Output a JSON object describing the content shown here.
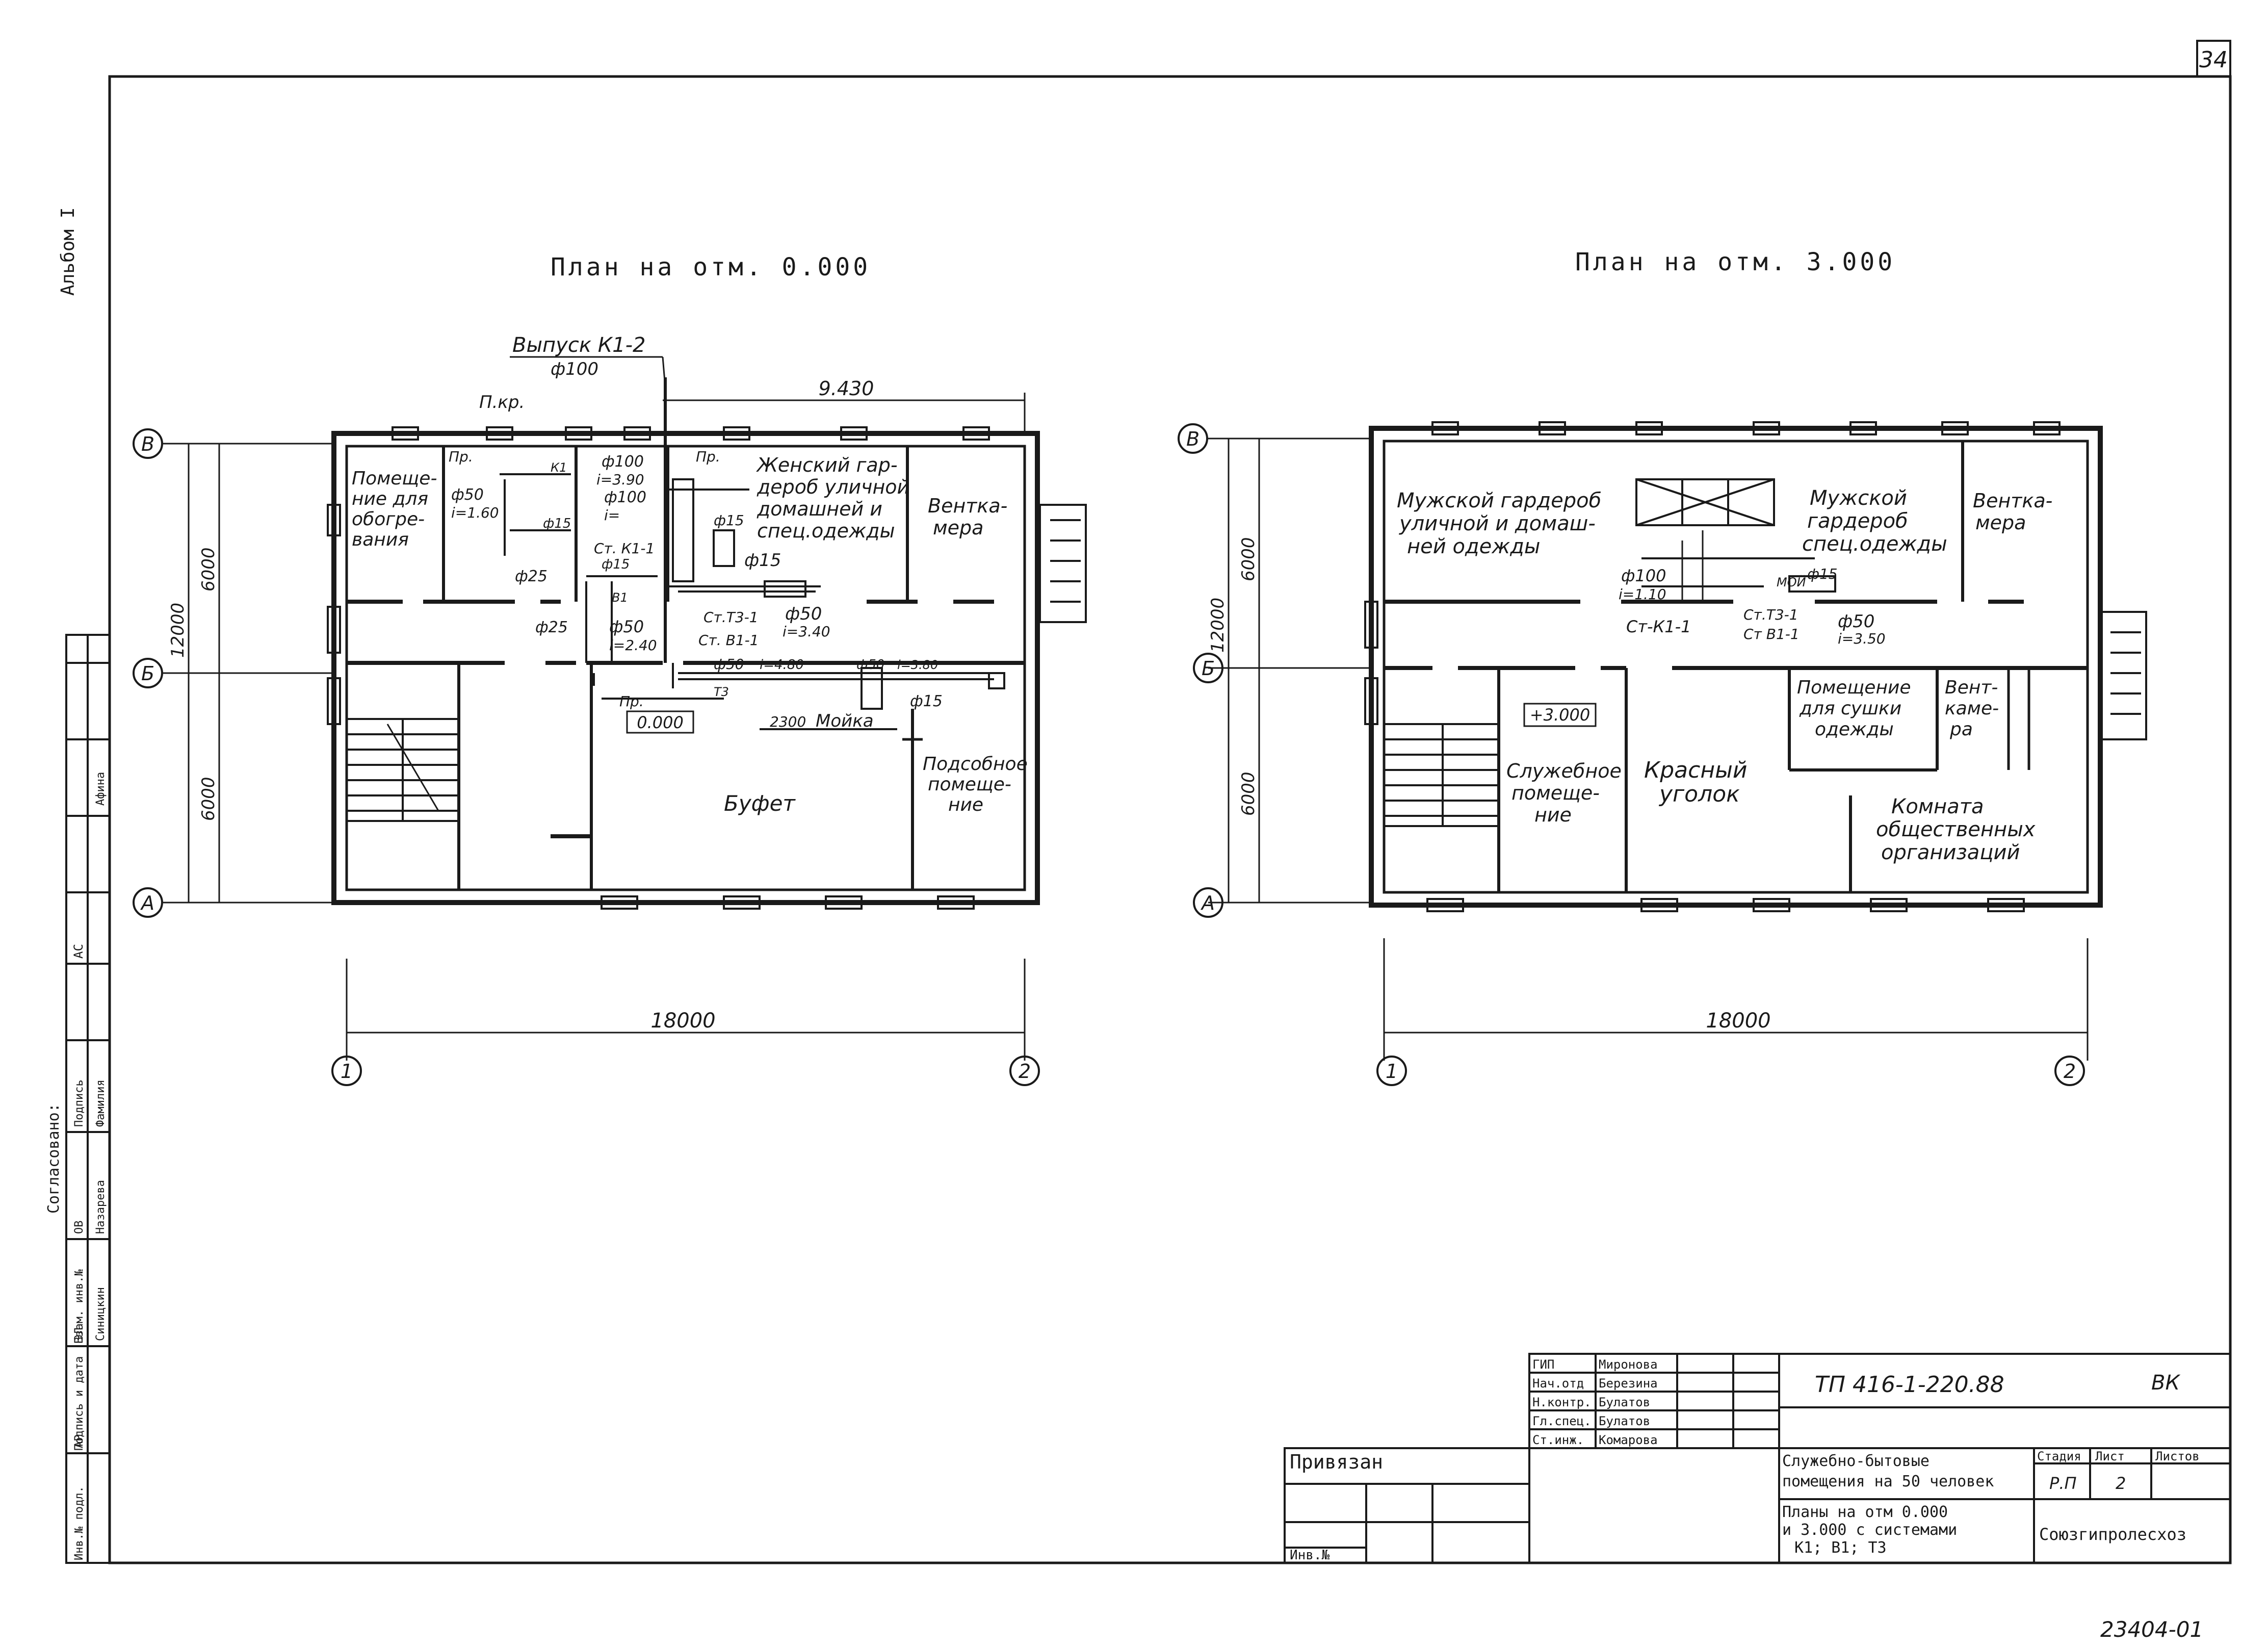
{
  "sheet": {
    "sheet_number": "34",
    "album": "Альбом I",
    "archive_number": "23404-01"
  },
  "plan_left": {
    "title": "План на отм. 0.000",
    "outlet_label": "Выпуск К1-2",
    "outlet_diameter": "ф100",
    "tap_label": "П.кр.",
    "dim_top": "9.430",
    "dim_bottom": "18000",
    "dim_v_total": "12000",
    "dim_v_upper": "6000",
    "dim_v_lower": "6000",
    "axis_B": "В",
    "axis_Bb": "Б",
    "axis_A": "А",
    "axis_1": "1",
    "axis_2": "2",
    "level": "0.000",
    "rooms": {
      "heating": "Помеще-\nние для\nобогре-\nвания",
      "women_wardrobe": "Женский гар-\nдероб уличной\nдомашней и\nспец.одежды",
      "vent": "Вентка-\nмера",
      "buffet": "Буфет",
      "utility": "Подсобное\nпомеще-\nние",
      "sink": "Мойка"
    },
    "notes": {
      "pr1": "Пр.",
      "pr2": "Пр.",
      "pr3": "Пр.",
      "d100_a": "ф100",
      "i_a": "i=3.90",
      "d100_b": "ф100",
      "i_b": "i=",
      "d50_a": "ф50",
      "i_c": "i=1.60",
      "d15_a": "ф15",
      "st_k1": "Ст. К1-1",
      "d15_b": "ф15",
      "d25_a": "ф25",
      "d25_b": "ф25",
      "d50_b": "ф50",
      "i_d": "i=2.40",
      "d15_c": "ф15",
      "d15_d": "ф15",
      "st_t3": "Ст.Т3-1",
      "st_b1": "Ст. В1-1",
      "d50_c": "ф50",
      "i_e": "i=3.40",
      "d50_d": "ф50",
      "i_f": "i=4.80",
      "d50_e": "ф50",
      "i_g": "i=3.80",
      "d15_e": "ф15",
      "len_2300": "2300",
      "k1": "К1",
      "t3": "Т3",
      "b1": "В1"
    }
  },
  "plan_right": {
    "title": "План на отм. 3.000",
    "dim_bottom": "18000",
    "dim_v_total": "12000",
    "dim_v_upper": "6000",
    "dim_v_lower": "6000",
    "axis_B": "В",
    "axis_Bb": "Б",
    "axis_A": "А",
    "axis_1": "1",
    "axis_2": "2",
    "level": "+3.000",
    "rooms": {
      "men_street": "Мужской гардероб\nуличной и домаш-\nней одежды",
      "men_work": "Мужской\nгардероб\nспец.одежды",
      "vent1": "Вентка-\nмера",
      "office": "Служебное\nпомеще-\nние",
      "red_corner": "Красный\nуголок",
      "drying": "Помещение\nдля сушки\nодежды",
      "vent2": "Вент-\nкаме-\nра",
      "public": "Комната\nобщественных\nорганизаций"
    },
    "notes": {
      "d100": "ф100",
      "i_a": "i=1.10",
      "st_k1": "Ст-К1-1",
      "d15": "ф15",
      "st_t3": "Ст.Т3-1",
      "st_b1": "Ст В1-1",
      "d50": "ф50",
      "i_b": "i=3.50",
      "moi": "МОЙ"
    }
  },
  "side_stamp": {
    "agreed": "Согласовано:",
    "col1": "Подпись",
    "col2": "Фамилия",
    "r1a": "ОВ",
    "r1b": "Назарева",
    "r2a": "ЭЛ",
    "r2b": "Синицкин",
    "r3a": "АР",
    "r4a": "АС",
    "r4b": "Афина",
    "inv": "Инв.№ подл.",
    "sign_date": "Подпись и дата",
    "replace_inv": "Взам. инв.№"
  },
  "title_block": {
    "code": "ТП 416-1-220.88",
    "mark": "ВК",
    "tied": "Привязан",
    "inv_no": "Инв.№",
    "roles": [
      "ГИП",
      "Нач.отд",
      "Н.контр.",
      "Гл.спец.",
      "Ст.инж."
    ],
    "names": [
      "Миронова",
      "Березина",
      "Булатов",
      "Булатов",
      "Комарова"
    ],
    "project_name": "Служебно-бытовые\nпомещения на 50 человек",
    "sheet_title": "Планы на отм 0.000\nи 3.000 с системами\nК1; В1; Т3",
    "stage_h": "Стадия",
    "sheet_h": "Лист",
    "sheets_h": "Листов",
    "stage": "Р.П",
    "sheet": "2",
    "org": "Союзгипролесхоз"
  }
}
